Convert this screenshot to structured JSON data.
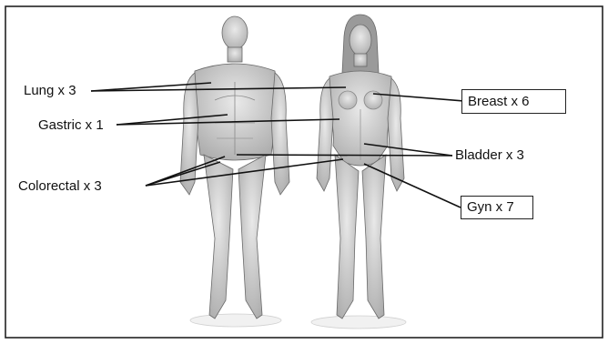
{
  "labels": {
    "lung": "Lung x 3",
    "gastric": "Gastric x 1",
    "colorectal": "Colorectal x 3",
    "breast": "Breast x 6",
    "bladder": "Bladder x 3",
    "gyn": "Gyn x 7"
  },
  "figures": [
    "male-anatomy-figure",
    "female-anatomy-figure"
  ],
  "colors": {
    "line": "#111111",
    "figure": "#b9b9b9"
  }
}
